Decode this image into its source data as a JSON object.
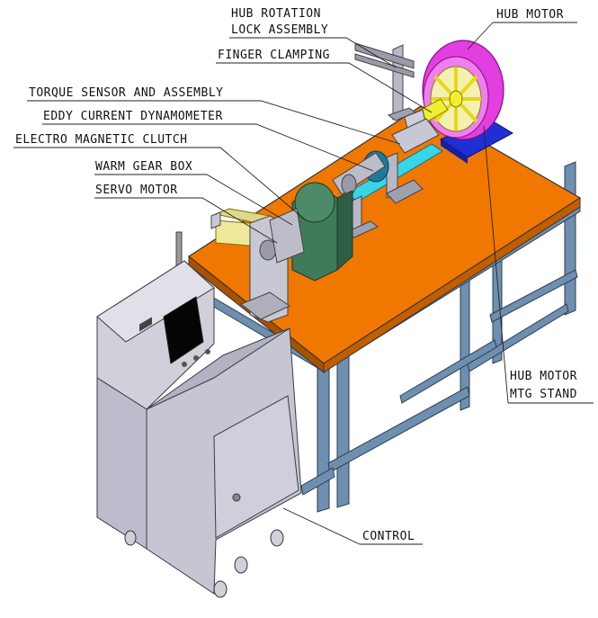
{
  "labels": {
    "hub_rotation_lock_line1": "HUB ROTATION",
    "hub_rotation_lock_line2": "LOCK ASSEMBLY",
    "hub_motor": "HUB MOTOR",
    "finger_clamping": "FINGER CLAMPING",
    "torque_sensor": "TORQUE SENSOR AND ASSEMBLY",
    "eddy_current": "EDDY CURRENT DYNAMOMETER",
    "electro_clutch": "ELECTRO MAGNETIC CLUTCH",
    "warm_gear_box": "WARM GEAR BOX",
    "servo_motor": "SERVO MOTOR",
    "hub_motor_stand_line1": "HUB MOTOR",
    "hub_motor_stand_line2": "MTG STAND",
    "control": "CONTROL"
  },
  "colors": {
    "table_top": "#f07800",
    "frame": "#6e8fb0",
    "hub_motor": "#e23ee0",
    "hub_spokes": "#f2ee30",
    "motor_stand": "#1f2fd6",
    "gear_box": "#3f7a5a",
    "cabinet": "#c6c6d2"
  }
}
